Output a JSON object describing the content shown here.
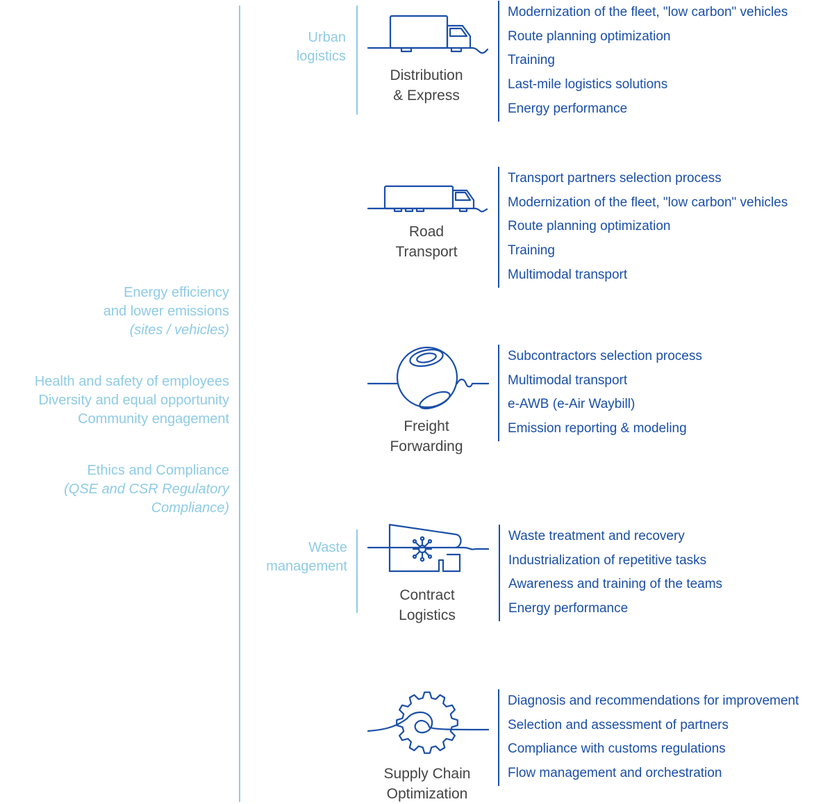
{
  "colors": {
    "light_blue": "#8fcbe6",
    "dark_blue": "#1a4fa8",
    "title_gray": "#444444"
  },
  "left_panel": {
    "energy": {
      "line1": "Energy efficiency",
      "line2": "and lower emissions",
      "line3": "(sites / vehicles)"
    },
    "social": {
      "line1": "Health and safety of employees",
      "line2": "Diversity and equal opportunity",
      "line3": "Community engagement"
    },
    "ethics": {
      "line1": "Ethics and Compliance",
      "line2": "(QSE and CSR Regulatory",
      "line3": "Compliance)"
    }
  },
  "categories": {
    "urban": {
      "line1": "Urban",
      "line2": "logistics"
    },
    "waste": {
      "line1": "Waste",
      "line2": "management"
    }
  },
  "services": [
    {
      "icon": "delivery-truck-icon",
      "title_line1": "Distribution",
      "title_line2": "& Express",
      "actions": [
        "Modernization of the fleet, \"low carbon\" vehicles",
        "Route planning optimization",
        "Training",
        "Last-mile logistics solutions",
        "Energy performance"
      ]
    },
    {
      "icon": "semi-truck-icon",
      "title_line1": "Road",
      "title_line2": "Transport",
      "actions": [
        "Transport partners selection process",
        "Modernization of the fleet, \"low carbon\" vehicles",
        "Route planning optimization",
        "Training",
        "Multimodal transport"
      ]
    },
    {
      "icon": "globe-icon",
      "title_line1": "Freight",
      "title_line2": "Forwarding",
      "actions": [
        "Subcontractors selection process",
        "Multimodal transport",
        "e-AWB (e-Air Waybill)",
        "Emission reporting & modeling"
      ]
    },
    {
      "icon": "warehouse-icon",
      "title_line1": "Contract",
      "title_line2": "Logistics",
      "actions": [
        "Waste treatment and recovery",
        "Industrialization of repetitive tasks",
        "Awareness and training of the teams",
        "Energy performance"
      ]
    },
    {
      "icon": "gear-icon",
      "title_line1": "Supply Chain",
      "title_line2": "Optimization",
      "actions": [
        "Diagnosis and recommendations for improvement",
        "Selection and assessment of partners",
        "Compliance with customs regulations",
        "Flow management and orchestration"
      ]
    }
  ]
}
